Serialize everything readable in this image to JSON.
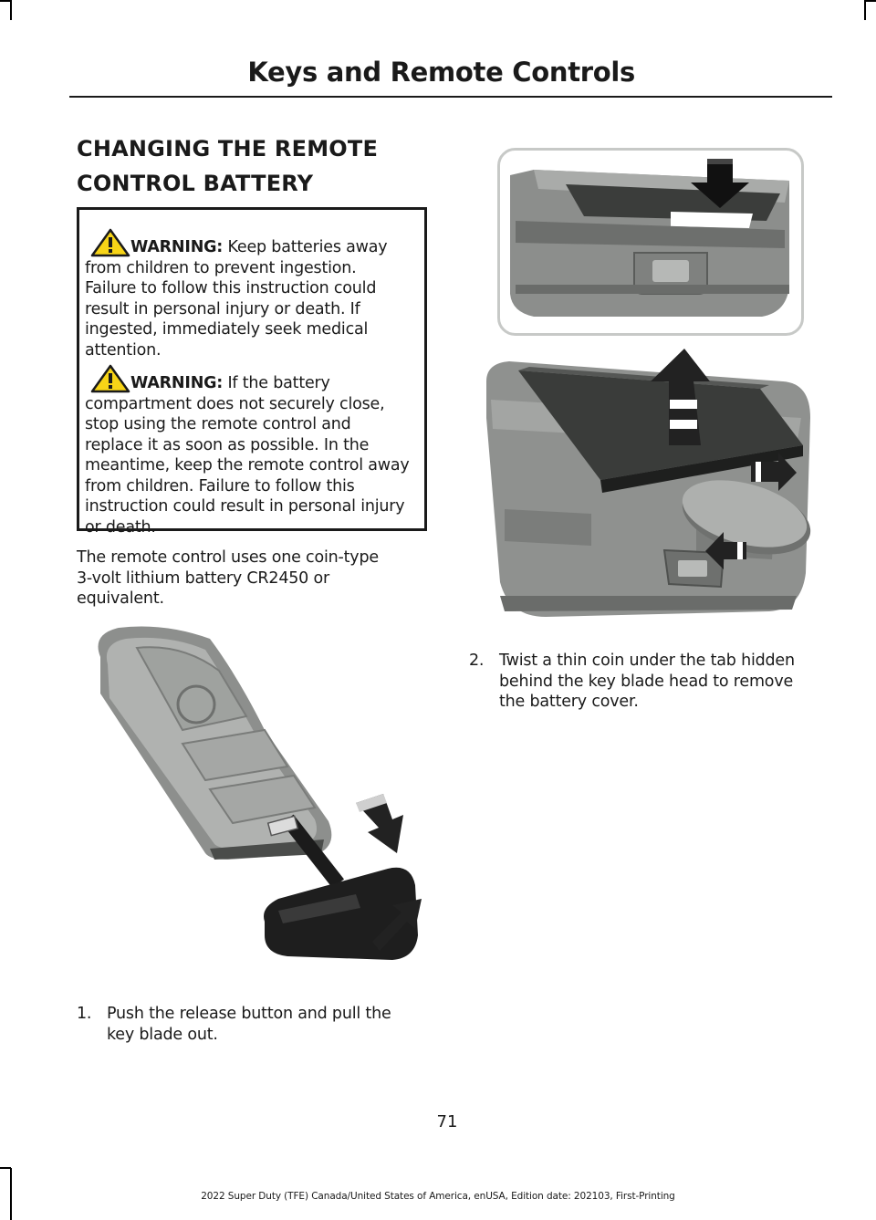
{
  "header": {
    "title": "Keys and Remote Controls"
  },
  "section": {
    "title_line1": "CHANGING THE REMOTE",
    "title_line2": "CONTROL BATTERY"
  },
  "warnings": [
    {
      "label": "WARNING:",
      "line1": " Keep batteries away",
      "line2": "from children to prevent ingestion.",
      "line3": "Failure to follow this instruction could",
      "line4": "result in personal injury or death. If",
      "line5": "ingested, immediately seek medical",
      "line6": "attention."
    },
    {
      "label": "WARNING:",
      "line1": " If the battery",
      "line2": "compartment does not securely close,",
      "line3": "stop using the remote control and",
      "line4": "replace it as soon as possible. In the",
      "line5": "meantime, keep the remote control away",
      "line6": "from children. Failure to follow this",
      "line7": "instruction could result in personal injury",
      "line8": "or death."
    }
  ],
  "intro": {
    "line1": "The remote control uses one coin-type",
    "line2": "3-volt lithium battery CR2450 or",
    "line3": "equivalent."
  },
  "steps": [
    {
      "num": "1.",
      "line1": "Push the release button and pull the",
      "line2": "key blade out."
    },
    {
      "num": "2.",
      "line1": "Twist a thin coin under the tab hidden",
      "line2": "behind the key blade head to remove",
      "line3": "the battery cover."
    }
  ],
  "page_number": "71",
  "footer": "2022 Super Duty (TFE) Canada/United States of America, enUSA, Edition date: 202103, First-Printing"
}
